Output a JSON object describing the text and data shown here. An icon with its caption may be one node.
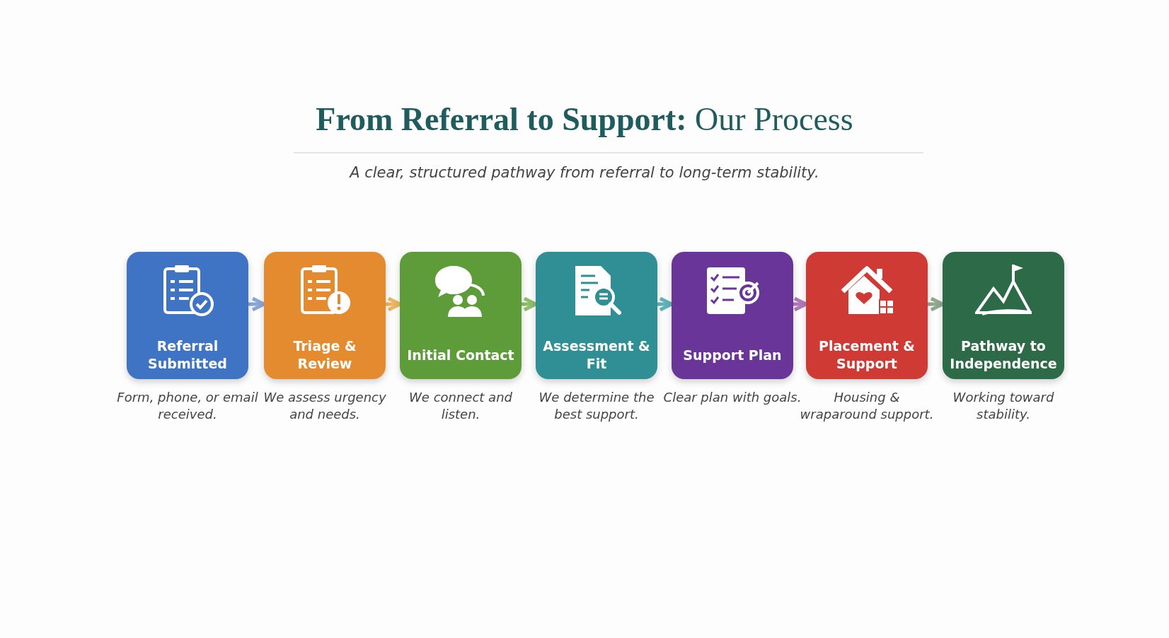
{
  "diagram": {
    "title": "**From Referral to Support:** Our Process",
    "caption": "A clear, structured pathway from referral to long-term stability.",
    "nodes": [
      {
        "text": [
          "Referral Submitted"
        ],
        "beside": [
          "Form, phone, or email received."
        ]
      },
      {
        "text": [
          "Triage & Review"
        ],
        "beside": [
          "We assess urgency and needs."
        ]
      },
      {
        "text": [
          "Initial Contact"
        ],
        "beside": [
          "We connect and listen."
        ]
      },
      {
        "text": [
          "Assessment & Fit"
        ],
        "beside": [
          "We determine the best support."
        ]
      },
      {
        "text": [
          "Support Plan"
        ],
        "beside": [
          "Clear plan with goals."
        ]
      },
      {
        "text": [
          "Placement & Support"
        ],
        "beside": [
          "Housing & wraparound support."
        ]
      },
      {
        "text": [
          "Pathway to Independence"
        ],
        "beside": [
          "Working toward stability."
        ]
      }
    ],
    "edges": [
      {
        "from": 0,
        "to": 1,
        "arrow": "to",
        "color": "#8aa6d6"
      },
      {
        "from": 1,
        "to": 2,
        "arrow": "to",
        "color": "#ebb45e"
      },
      {
        "from": 2,
        "to": 3,
        "arrow": "to",
        "color": "#8fbd6a"
      },
      {
        "from": 3,
        "to": 4,
        "arrow": "to",
        "color": "#5fb3b8"
      },
      {
        "from": 4,
        "to": 5,
        "arrow": "to",
        "color": "#b07ab8"
      },
      {
        "from": 5,
        "to": 6,
        "arrow": "to",
        "color": "#8fa88f"
      }
    ]
  }
}
